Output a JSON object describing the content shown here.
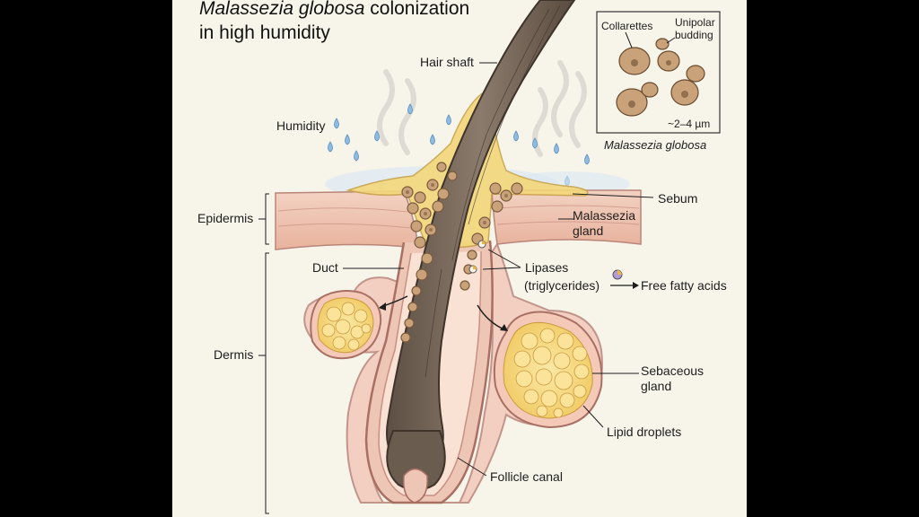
{
  "title": {
    "italic": "Malassezia globosa",
    "rest": " colonization",
    "line2": "in high humidity"
  },
  "labels": {
    "hair_shaft": "Hair shaft",
    "humidity": "Humidity",
    "epidermis": "Epidermis",
    "dermis": "Dermis",
    "duct": "Duct",
    "sebum": "Sebum",
    "malassezia_gland_1": "Malassezia",
    "malassezia_gland_2": "gland",
    "lipases": "Lipases",
    "triglycerides": "(triglycerides)",
    "free_fatty_acids": "Free fatty acids",
    "sebaceous_1": "Sebaceous",
    "sebaceous_2": "gland",
    "lipid_droplets": "Lipid droplets",
    "follicle_canal": "Follicle canal"
  },
  "inset": {
    "collarettes": "Collarettes",
    "unipolar_1": "Unipolar",
    "unipolar_2": "budding",
    "size": "~2–4 µm",
    "caption": "Malassezia globosa"
  },
  "colors": {
    "background": "#f7f4ea",
    "hair": "#7a6a5c",
    "skin": "#e9b7a4",
    "sebum": "#f3d77a",
    "yeast": "#c9a27a"
  }
}
